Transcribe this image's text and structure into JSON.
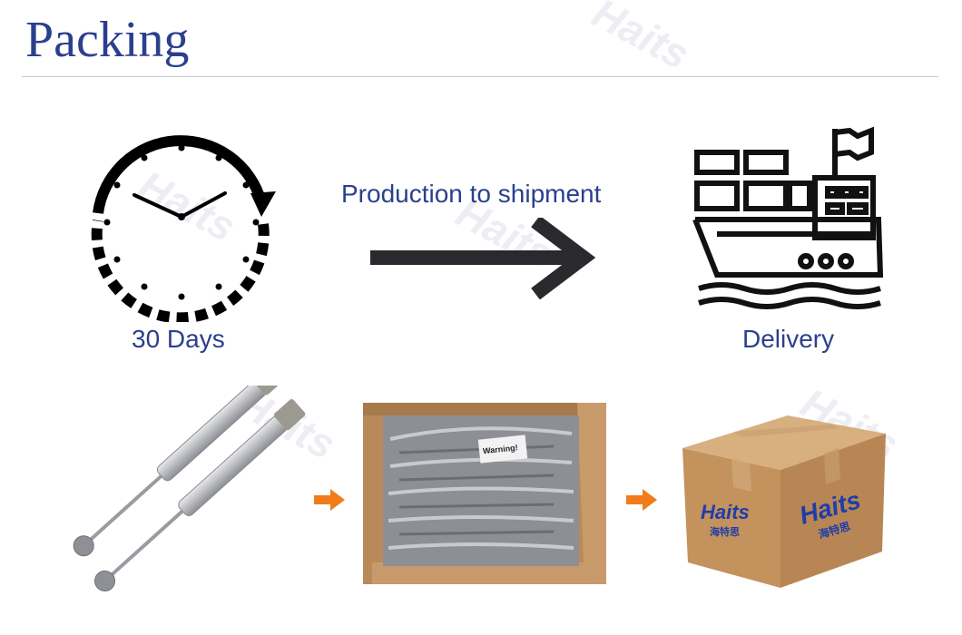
{
  "page": {
    "title": "Packing"
  },
  "flow": {
    "duration_label": "30 Days",
    "transition_label": "Production to shipment",
    "delivery_label": "Delivery"
  },
  "product_packaging": {
    "warning_label": "Warning!",
    "brand_logo": "Haits",
    "brand_logo_cn": "海特思"
  },
  "watermark": "Haits",
  "colors": {
    "title": "#2b3f8f",
    "label": "#2b3f8f",
    "arrow_dark": "#2a2a2e",
    "arrow_small": "#f07c1a",
    "box": "#c79a66",
    "logo_blue": "#1f3da8",
    "logo_orange": "#f08a1a"
  },
  "icons": [
    "clock-icon",
    "arrow-right-icon",
    "cargo-ship-icon",
    "small-arrow-icon"
  ]
}
